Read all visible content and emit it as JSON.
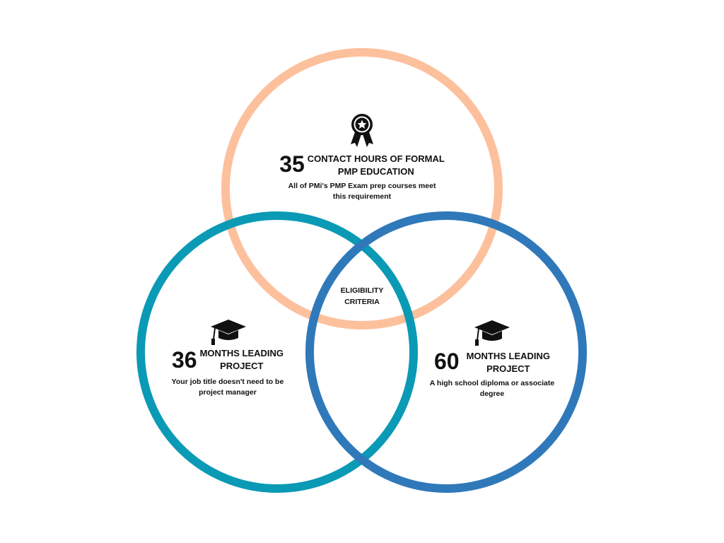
{
  "center_label": [
    "ELIGIBILITY",
    "CRITERIA"
  ],
  "colors": {
    "top": "#FDC09C",
    "left": "#0A9AB5",
    "right": "#2F79BA"
  },
  "circles": [
    {
      "id": "top",
      "icon": "award-ribbon-icon",
      "number": "35",
      "title": [
        "CONTACT HOURS OF FORMAL",
        "PMP EDUCATION"
      ],
      "subtitle": [
        "All of PMi's PMP Exam prep courses meet",
        "this requirement"
      ]
    },
    {
      "id": "left",
      "icon": "graduation-cap-icon",
      "number": "36",
      "title": [
        "MONTHS LEADING",
        "PROJECT"
      ],
      "subtitle": [
        "Your job title doesn't need to be",
        "project manager"
      ]
    },
    {
      "id": "right",
      "icon": "graduation-cap-icon",
      "number": "60",
      "title": [
        "MONTHS LEADING",
        "PROJECT"
      ],
      "subtitle": [
        "A high school diploma or associate",
        "degree"
      ]
    }
  ]
}
